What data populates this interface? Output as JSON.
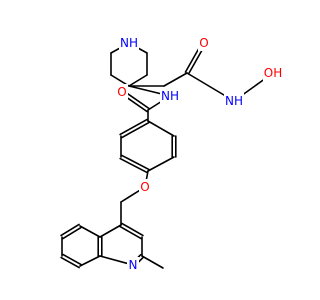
{
  "colors": {
    "bond": "#000000",
    "carbon": "#000000",
    "nitrogen": "#0000ff",
    "oxygen": "#ff0000",
    "background": "#ffffff"
  },
  "atoms": {
    "piperidine_nh": {
      "text": "NH",
      "element": "N"
    },
    "amide_nh": {
      "text": "NH",
      "element": "N"
    },
    "hydroxamic_nh": {
      "text": "NH",
      "element": "N"
    },
    "hydroxamic_oh": {
      "text": "OH",
      "element": "O"
    },
    "hydroxamic_carbonyl_o": {
      "text": "O",
      "element": "O"
    },
    "benzamide_o": {
      "text": "O",
      "element": "O"
    },
    "ether_o": {
      "text": "O",
      "element": "O"
    },
    "quinoline_n": {
      "text": "N",
      "element": "N"
    }
  }
}
